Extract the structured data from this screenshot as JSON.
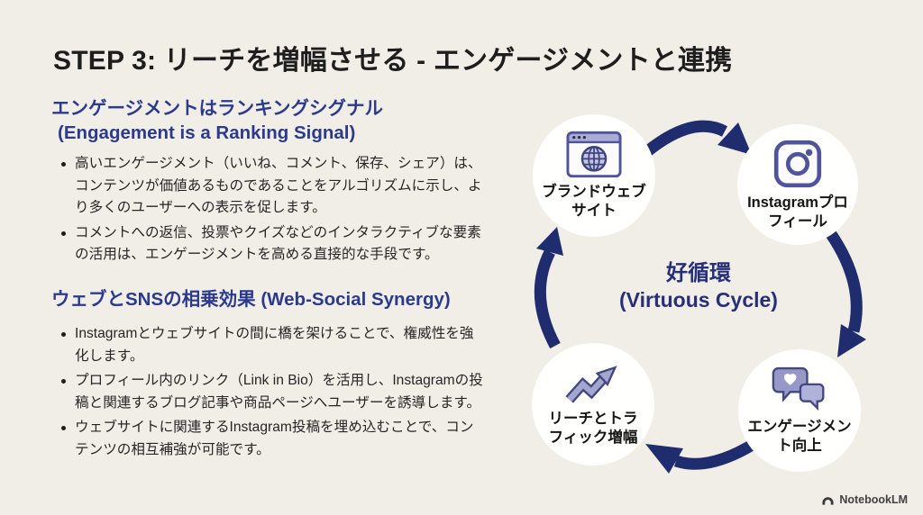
{
  "slide": {
    "title": "STEP 3: リーチを増幅させる - エンゲージメントと連携",
    "background_color": "#F1EEE7",
    "heading_color": "#2B3A8C",
    "arrow_color": "#1F2C6E",
    "icon_stroke_color": "#4F5499",
    "icon_fill_color": "#A3A6CE"
  },
  "sections": [
    {
      "heading_jp": "エンゲージメントはランキングシグナル",
      "heading_en": "(Engagement is a Ranking Signal)",
      "bullets": [
        "高いエンゲージメント（いいね、コメント、保存、シェア）は、コンテンツが価値あるものであることをアルゴリズムに示し、より多くのユーザーへの表示を促します。",
        "コメントへの返信、投票やクイズなどのインタラクティブな要素の活用は、エンゲージメントを高める直接的な手段です。"
      ]
    },
    {
      "heading": "ウェブとSNSの相乗効果 (Web-Social Synergy)",
      "bullets": [
        "Instagramとウェブサイトの間に橋を架けることで、権威性を強化します。",
        "プロフィール内のリンク（Link in Bio）を活用し、Instagramの投稿と関連するブログ記事や商品ページへユーザーを誘導します。",
        "ウェブサイトに関連するInstagram投稿を埋め込むことで、コンテンツの相互補強が可能です。"
      ]
    }
  ],
  "diagram": {
    "center_jp": "好循環",
    "center_en": "(Virtuous Cycle)",
    "nodes": [
      {
        "icon": "browser-globe-icon",
        "line1": "ブランドウェブ",
        "line2": "サイト"
      },
      {
        "icon": "instagram-icon",
        "line1": "Instagramプロ",
        "line2": "フィール"
      },
      {
        "icon": "chat-heart-icon",
        "line1": "エンゲージメン",
        "line2": "ト向上"
      },
      {
        "icon": "trending-up-icon",
        "line1": "リーチとトラ",
        "line2": "フィック増幅"
      }
    ]
  },
  "footer": {
    "brand": "NotebookLM"
  }
}
